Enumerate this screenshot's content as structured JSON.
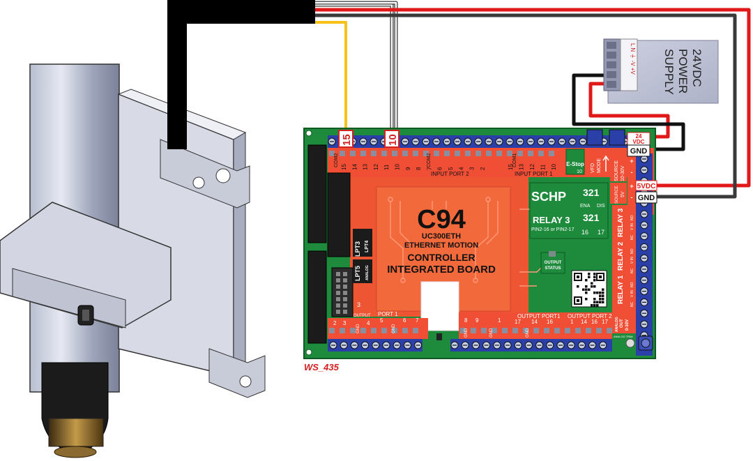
{
  "diagram": {
    "caption": "WS_435",
    "callouts": {
      "pin_15": "15",
      "pin_10": "10"
    },
    "board": {
      "model": "C94",
      "subtitle_lines": [
        "UC300ETH",
        "ETHERNET MOTION",
        "CONTROLLER",
        "INTEGRATED BOARD"
      ],
      "header_labels": {
        "input_port2": "INPUT PORT 2",
        "input_port1": "INPUT PORT 1",
        "com2_a": "COM2",
        "com2_b": "COM2",
        "com1": "COM1",
        "estop": "E-Stop",
        "vfd": "VFD",
        "vfd_mode": "MODE",
        "source": "SOURCE",
        "source_range": "10-30V",
        "source2": "SOURCE",
        "source2_v": "5V",
        "pin_ten": "10"
      },
      "input_pins_port2": [
        "15",
        "14",
        "13",
        "12",
        "11",
        "10",
        "9",
        "8",
        "7",
        "6",
        "5",
        "4",
        "3",
        "2"
      ],
      "input_pins_port1": [
        "15",
        "13",
        "12",
        "11",
        "10"
      ],
      "schp": {
        "title": "SCHP",
        "digits": "321",
        "ena": "ENA",
        "dis": "DIS",
        "relay3": "RELAY 3",
        "relay3_digits": "321",
        "pin_note": "PIN2-16  or PIN2-17",
        "p16": "16",
        "p17": "17"
      },
      "lpt_labels": {
        "lpt3": "LPT3",
        "lpt4": "LPT4",
        "lpt5": "LPT5",
        "analog": "ANALOG"
      },
      "output_status": [
        "OUTPUT",
        "STATUS"
      ],
      "relays": [
        "RELAY 3",
        "RELAY 2",
        "RELAY 1"
      ],
      "relay_terminals": [
        "NO",
        "V IN",
        "NC"
      ],
      "analog_out": [
        "ANALOG",
        "OUT",
        "0-10V"
      ],
      "analog_trim": "ANALOG TRIM",
      "bottom_labels": {
        "nums_left": [
          "2",
          "3"
        ],
        "output": "OUTPUT",
        "port1": "PORT 1",
        "gnd": "GND",
        "bl_4": "4",
        "bl_5": "5",
        "bl_6": "6",
        "bl_7": "7",
        "bl_8": "8",
        "bl_9": "9",
        "bl_1": "1",
        "bl_17": "17",
        "bl_14": "14",
        "bl_16": "16",
        "output_port1": "OUTPUT PORT1",
        "output_port2": "OUTPUT PORT 2",
        "op2_pins": [
          "1",
          "14",
          "16",
          "17"
        ],
        "three": "3"
      },
      "terminal_labels": {
        "vdc24_a": "24",
        "vdc24_b": "VDC",
        "gnd_a": "GND",
        "vdc5": "5VDC",
        "gnd_b": "GND",
        "plus": "+",
        "minus": "-"
      }
    },
    "power_supply": {
      "lines": [
        "24VDC",
        "POWER",
        "SUPPLY"
      ],
      "terminals": [
        "L",
        "N",
        "⏚",
        "-V",
        "+V"
      ]
    },
    "colors": {
      "board_green": "#1e8a3c",
      "panel_red": "#ee5533",
      "panel_orange": "#f26a3c",
      "header_strip": "#f04f36",
      "terminal_blue": "#2a3fa8",
      "wire_red": "#e01818",
      "wire_black": "#1a1a1a",
      "wire_yellow": "#f6c21a",
      "caption_red": "#d42020"
    }
  }
}
